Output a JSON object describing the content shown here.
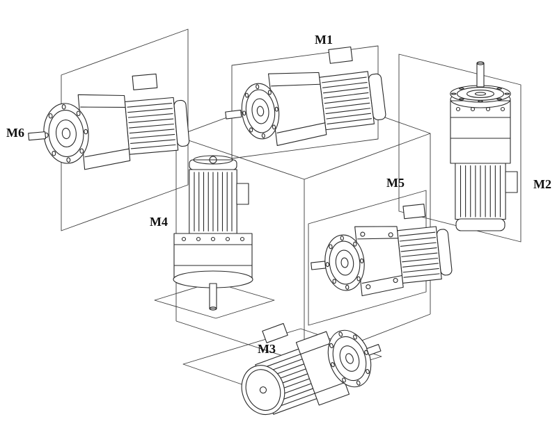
{
  "diagram": {
    "labels": {
      "m1": "M1",
      "m2": "M2",
      "m3": "M3",
      "m4": "M4",
      "m5": "M5",
      "m6": "M6"
    },
    "colors": {
      "line": "#272727",
      "background": "#ffffff",
      "label_text": "#111111"
    }
  }
}
